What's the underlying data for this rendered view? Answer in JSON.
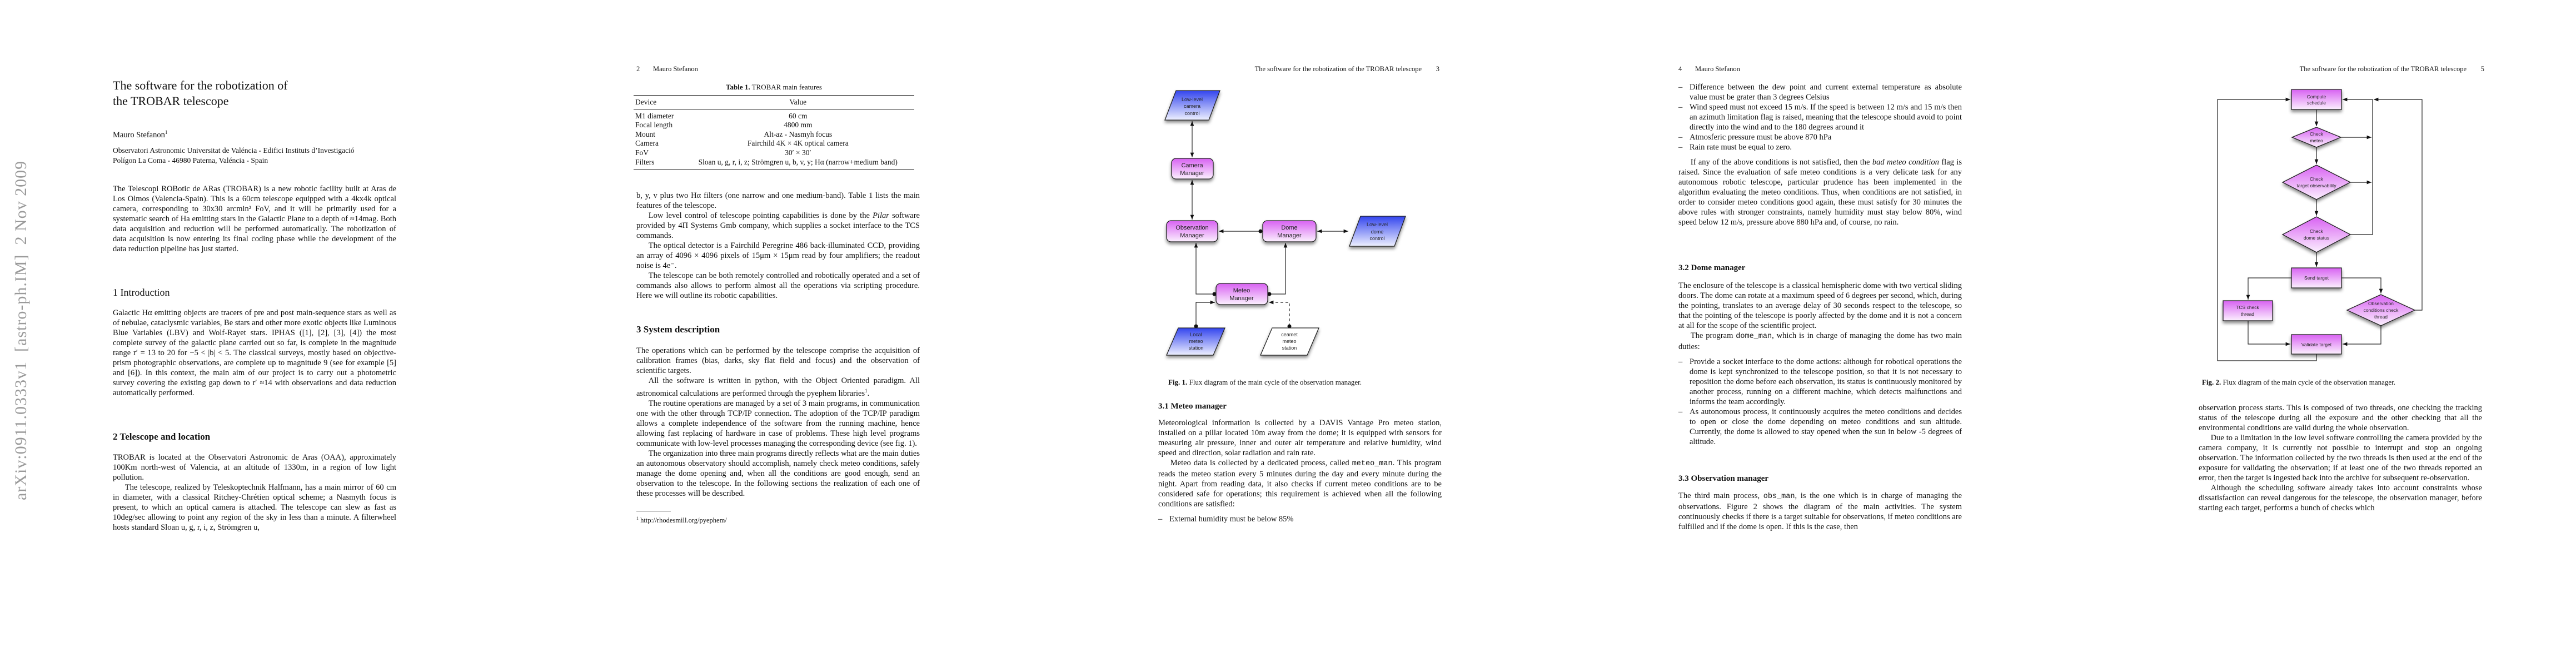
{
  "stamp": "arXiv:0911.0333v1  [astro-ph.IM]  2 Nov 2009",
  "page1": {
    "title": "The software for the robotization of the TROBAR telescope",
    "author": "Mauro Stefanon",
    "author_sup": "1",
    "affiliation": [
      "Observatori Astronomic Universitat de Valéncia - Edifici Instituts d’Investigació",
      "Polígon La Coma - 46980 Paterna, Valéncia - Spain"
    ],
    "abstract": "The Telescopi ROBotic de ARas (TROBAR) is a new robotic facility built at Aras de Los Olmos (Valencia-Spain). This is a 60cm telescope equipped with a 4kx4k optical camera, corresponding to 30x30 arcmin² FoV, and it will be primarily used for a systematic search of Ha emitting stars in the Galactic Plane to a depth of ≈14mag. Both data acquisition and reduction will be performed automatically. The robotization of data acquisition is now entering its final coding phase while the development of the data reduction pipeline has just started.",
    "sec1_title": "1 Introduction",
    "sec1_text": "Galactic Hα emitting objects are tracers of pre and post main-sequence stars as well as of nebulae, cataclysmic variables, Be stars and other more exotic objects like Luminous Blue Variables (LBV) and Wolf-Rayet stars. IPHAS ([1], [2], [3], [4]) the most complete survey of the galactic plane carried out so far, is complete in the magnitude range r′ = 13 to 20 for −5 < |b| < 5. The classical surveys, mostly based on objective-prism photographic observations, are complete up to magnitude 9 (see for example [5] and [6]). In this context, the main aim of our project is to carry out a photometric survey covering the existing gap down to r′ ≈14 with observations and data reduction automatically performed.",
    "sec2_title": "2 Telescope and location",
    "sec2_p1": "TROBAR is located at the Observatori Astronomic de Aras (OAA), approximately 100Km north-west of Valencia, at an altitude of 1330m, in a region of low light pollution.",
    "sec2_p2": "The telescope, realized by Teleskoptechnik Halfmann, has a main mirror of 60 cm in diameter, with a classical Ritchey-Chrétien optical scheme; a Nasmyth focus is present, to which an optical camera is attached. The telescope can slew as fast as 10deg/sec allowing to point any region of the sky in less than a minute. A filterwheel hosts standard Sloan u, g, r, i, z, Strömgren u,"
  },
  "page2": {
    "page_number": "2",
    "running_head": "Mauro Stefanon",
    "table": {
      "caption_label": "Table 1.",
      "caption": "TROBAR main features",
      "headers": [
        "Device",
        "Value"
      ],
      "rows": [
        [
          "M1 diameter",
          "60 cm"
        ],
        [
          "Focal length",
          "4800 mm"
        ],
        [
          "Mount",
          "Alt-az - Nasmyh focus"
        ],
        [
          "Camera",
          "Fairchild 4K × 4K optical camera"
        ],
        [
          "FoV",
          "30′ × 30′"
        ],
        [
          "Filters",
          "Sloan u, g, r, i, z; Strömgren u, b, v, y; Hα (narrow+medium band)"
        ]
      ]
    },
    "p0": "b, y, v plus two Hα filters (one narrow and one medium-band). Table 1 lists the main features of the telescope.",
    "p1_a": "Low level control of telescope pointing capabilities is done by the ",
    "p1_i": "Pilar",
    "p1_b": " software provided by 4Π Systems Gmb company, which supplies a socket interface to the TCS commands.",
    "p2": "The optical detector is a Fairchild Peregrine 486 back-illuminated CCD, providing an array of 4096 × 4096 pixels of 15μm × 15μm read by four amplifiers; the readout noise is 4e⁻.",
    "p3": "The telescope can be both remotely controlled and robotically operated and a set of commands also allows to perform almost all the operations via scripting procedure. Here we will outline its robotic capabilities.",
    "sec3_title": "3 System description",
    "s0": "The operations which can be performed by the telescope comprise the acquisition of calibration frames (bias, darks, sky flat field and focus) and the observation of scientific targets.",
    "s1": "All the software is written in python, with the Object Oriented paradigm. All astronomical calculations are performed through the pyephem libraries",
    "s1_sup": "1",
    "s1_end": ".",
    "s2": "The routine operations are managed by a set of 3 main programs, in communication one with the other through TCP/IP connection. The adoption of the TCP/IP paradigm allows a complete independence of the software from the running machine, hence allowing fast replacing of hardware in case of problems. These high level programs communicate with low-level processes managing the corresponding device (see fig. 1).",
    "s3": "The organization into three main programs directly reflects what are the main duties an autonomous observatory should accomplish, namely check meteo conditions, safely manage the dome opening and, when all the conditions are good enough, send an observation to the telescope. In the following sections the realization of each one of these processes will be described.",
    "footnote_mark": "1",
    "footnote": "http://rhodesmill.org/pyephem/"
  },
  "page3": {
    "running_head": "The software for the robotization of the TROBAR telescope",
    "page_number": "3",
    "fig1": {
      "camera_ctrl": [
        "Low-level",
        "camera",
        "control"
      ],
      "camera_mgr": [
        "Camera",
        "Manager"
      ],
      "obs_mgr": [
        "Observation",
        "Manager"
      ],
      "dome_mgr": [
        "Dome",
        "Manager"
      ],
      "dome_ctrl": [
        "Low-level",
        "dome",
        "control"
      ],
      "meteo_mgr": [
        "Meteo",
        "Manager"
      ],
      "local_station": [
        "Local",
        "meteo",
        "station"
      ],
      "ceamet_station": [
        "ceamet",
        "meteo",
        "station"
      ]
    },
    "fig1_label": "Fig. 1.",
    "fig1_caption": "Flux diagram of the main cycle of the observation manager.",
    "sec31_title": "3.1 Meteo manager",
    "p0": "Meteorological information is collected by a DAVIS Vantage Pro meteo station, installed on a pillar located 10m away from the dome; it is equipped with sensors for measuring air pressure, inner and outer air temperature and relative humidity, wind speed and direction, solar radiation and rain rate.",
    "p1_a": "Meteo data is collected by a dedicated process, called ",
    "p1_mono": "meteo_man",
    "p1_b": ". This program reads the meteo station every 5 minutes during the day and every minute during the night. Apart from reading data, it also checks if current meteo conditions are to be considered safe for operations; this requirement is achieved when all the following conditions are satisfied:",
    "bullet_dash": "–",
    "bullet": "External humidity must be below 85%"
  },
  "page4": {
    "page_number": "4",
    "running_head": "Mauro Stefanon",
    "bullets": [
      "Difference between the dew point and current external temperature as absolute value must be grater than 3 degrees Celsius",
      "Wind speed must not exceed 15 m/s. If the speed is between 12 m/s and 15 m/s then an azimuth limitation flag is raised, meaning that the telescope should avoid to point directly into the wind and to the 180 degrees around it",
      "Atmosferic pressure must be above 870 hPa",
      "Rain rate must be equal to zero."
    ],
    "p0_a": "If any of the above conditions is not satisfied, then the ",
    "p0_i": "bad meteo condition",
    "p0_b": " flag is raised. Since the evaluation of safe meteo conditions is a very delicate task for any autonomous robotic telescope, particular prudence has been implemented in the algorithm evaluating the meteo conditions. Thus, when conditions are not satisfied, in order to consider meteo conditions good again, these must satisfy for 30 minutes the above rules with stronger constraints, namely humidity must stay below 80%, wind speed below 12 m/s, pressure above 880 hPa and, of course, no rain.",
    "sec32_title": "3.2 Dome manager",
    "d0": "The enclosure of the telescope is a classical hemispheric dome with two vertical sliding doors. The dome can rotate at a maximum speed of 6 degrees per second, which, during the pointing, translates to an average delay of 30 seconds respect to the telescope, so that the pointing of the telescope is poorly affected by the dome and it is not a concern at all for the scope of the scientific project.",
    "d1_a": "The program ",
    "d1_mono": "dome_man",
    "d1_b": ", which is in charge of managing the dome has two main duties:",
    "dome_bullets": [
      "Provide a socket interface to the dome actions: although for robotical operations the dome is kept synchronized to the telescope position, so that it is not necessary to reposition the dome before each observation, its status is continuously monitored by another process, running on a different machine, which detects malfunctions and informs the team accordingly.",
      "As autonomous process, it continuously acquires the meteo conditions and decides to open or close the dome depending on meteo conditions and sun altitude. Currently, the dome is allowed to stay opened when the sun in below -5 degrees of altitude."
    ],
    "sec33_title": "3.3 Observation manager",
    "o0_a": "The third main process, ",
    "o0_mono": "obs_man",
    "o0_b": ", is the one which is in charge of managing the observations. Figure 2 shows the diagram of the main activities. The system continuously checks if there is a target suitable for observations, if meteo conditions are fulfilled and if the dome is open. If this is the case, then"
  },
  "page5": {
    "running_head": "The software for the robotization of the TROBAR telescope",
    "page_number": "5",
    "fig2": {
      "compute": [
        "Compute",
        "schedule"
      ],
      "meteo": [
        "Check",
        "meteo"
      ],
      "target": [
        "Check",
        "target observability"
      ],
      "dome": [
        "Check",
        "dome status"
      ],
      "send": [
        "Send target"
      ],
      "tcs": [
        "TCS check",
        "thread"
      ],
      "obs_cond": [
        "Observation",
        "conditions check",
        "thread"
      ],
      "validate": [
        "Validate target"
      ]
    },
    "fig2_label": "Fig. 2.",
    "fig2_caption": "Flux diagram of the main cycle of the observation manager.",
    "p0": "observation process starts. This is composed of two threads, one checking the tracking status of the telescope during all the exposure and the other checking that all the environmental conditions are valid during the whole observation.",
    "p1": "Due to a limitation in the low level software controlling the camera provided by the camera company, it is currently not possible to interrupt and stop an ongoing observation. The information collected by the two threads is then used at the end of the exposure for validating the observation; if at least one of the two threads reported an error, then the target is ingested back into the archive for subsequent re-observation.",
    "p2": "Although the scheduling software already takes into account constraints whose dissatisfaction can reveal dangerous for the telescope, the observation manager, before starting each target, performs a bunch of checks which"
  },
  "colors": {
    "node_purple_top": "#d862f2",
    "node_purple_bottom": "#fbf0fe",
    "node_blue_top": "#3345ee",
    "node_blue_bottom": "#eef0ff"
  }
}
